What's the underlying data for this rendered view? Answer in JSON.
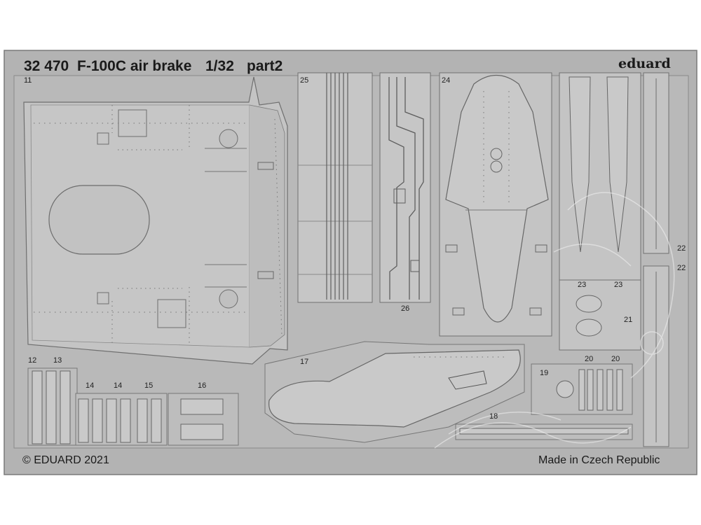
{
  "header": {
    "catalog_number": "32 470",
    "product_name": "F-100C air brake",
    "scale": "1/32",
    "part": "part2",
    "brand": "eduard"
  },
  "footer": {
    "copyright": "© EDUARD 2021",
    "origin": "Made in Czech Republic"
  },
  "parts": [
    {
      "number": "11",
      "name": "air-brake-panel"
    },
    {
      "number": "12",
      "name": "strip"
    },
    {
      "number": "13",
      "name": "strip"
    },
    {
      "number": "14",
      "name": "strip"
    },
    {
      "number": "14",
      "name": "strip"
    },
    {
      "number": "15",
      "name": "strip"
    },
    {
      "number": "16",
      "name": "bracket-pair"
    },
    {
      "number": "17",
      "name": "actuator-fairing"
    },
    {
      "number": "18",
      "name": "rail"
    },
    {
      "number": "19",
      "name": "fitting"
    },
    {
      "number": "20",
      "name": "riveted-strip"
    },
    {
      "number": "20",
      "name": "riveted-strip"
    },
    {
      "number": "21",
      "name": "frame"
    },
    {
      "number": "22",
      "name": "long-strip"
    },
    {
      "number": "22",
      "name": "long-strip"
    },
    {
      "number": "23",
      "name": "oval-fitting"
    },
    {
      "number": "23",
      "name": "oval-fitting"
    },
    {
      "number": "24",
      "name": "fairing"
    },
    {
      "number": "25",
      "name": "hydraulic-lines"
    },
    {
      "number": "26",
      "name": "hydraulic-lines"
    }
  ],
  "colors": {
    "fret": "#b5b5b5",
    "part_face": "#c2c2c2",
    "outline": "#6e6e6e",
    "rivet": "#555555",
    "text": "#1a1a1a"
  }
}
